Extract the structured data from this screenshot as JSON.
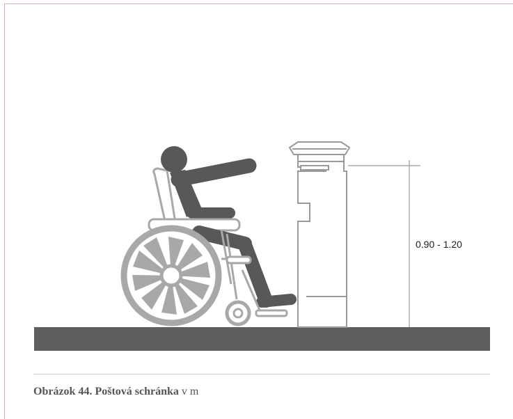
{
  "figure": {
    "dimension_label": "0.90 - 1.20",
    "caption": {
      "number": "Obrázok 44.",
      "title": "Poštová schránka",
      "unit_note": "v m"
    }
  },
  "colors": {
    "frame_border": "#e8a6ad",
    "ground": "#5f5f61",
    "figure": "#58585a",
    "wheelchair": "#a8a8a8",
    "mailbox_outline": "#9a9a9a",
    "dimension_lines": "#9a9a9a"
  },
  "icons": [
    "wheelchair-user-icon",
    "mailbox-post-icon"
  ]
}
